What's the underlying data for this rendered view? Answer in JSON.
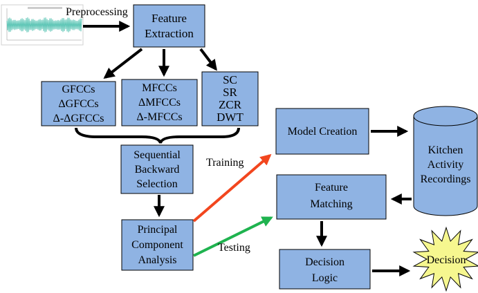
{
  "labels": {
    "preprocessing": "Preprocessing",
    "training": "Training",
    "testing": "Testing"
  },
  "nodes": {
    "feature_extraction": [
      "Feature",
      "Extraction"
    ],
    "gfcc_group": [
      "GFCCs",
      "ΔGFCCs",
      "Δ-ΔGFCCs"
    ],
    "mfcc_group": [
      "MFCCs",
      "ΔMFCCs",
      "Δ-MFCCs"
    ],
    "spectral_group": [
      "SC",
      "SR",
      "ZCR",
      "DWT"
    ],
    "sequential_backward_selection": [
      "Sequential",
      "Backward",
      "Selection"
    ],
    "pca": [
      "Principal",
      "Component",
      "Analysis"
    ],
    "model_creation": "Model Creation",
    "kitchen_recordings": [
      "Kitchen",
      "Activity",
      "Recordings"
    ],
    "feature_matching": [
      "Feature",
      "Matching"
    ],
    "decision_logic": [
      "Decision",
      "Logic"
    ],
    "decision": "Decision"
  },
  "colors": {
    "box_fill": "#8fb3e3",
    "cylinder_fill": "#8fb3e3",
    "decision_star": "#f6f78f",
    "training_arrow": "#f2461e",
    "testing_arrow": "#1fb34f",
    "waveform": "#5ec6b6"
  }
}
